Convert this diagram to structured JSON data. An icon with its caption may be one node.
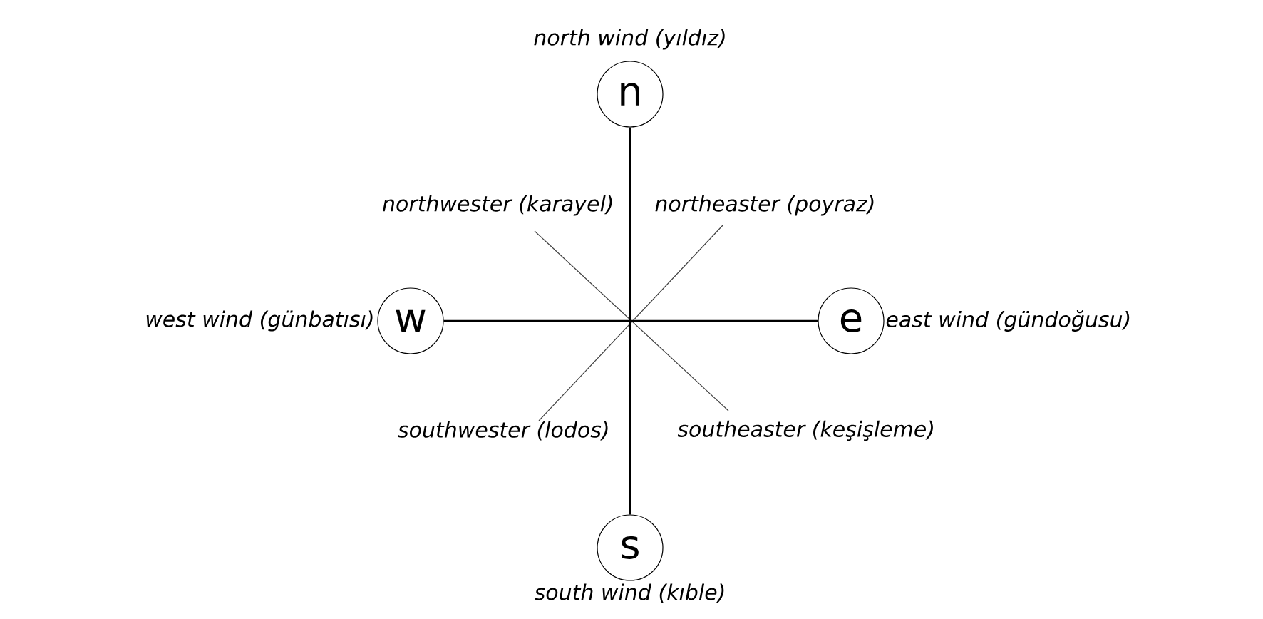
{
  "diagram": {
    "nodes": [
      {
        "text": [
          "n"
        ],
        "beside": [
          "north wind (yıldız)"
        ]
      },
      {
        "text": [
          "w"
        ],
        "beside": [
          "west wind (günbatısı)"
        ]
      },
      {
        "text": [
          "e"
        ],
        "beside": [
          "east wind (gündoğusu)"
        ]
      },
      {
        "text": [
          "s"
        ],
        "beside": [
          "south wind (kıble)"
        ]
      }
    ],
    "edges": [
      {
        "from": 0,
        "to": 3,
        "arrow": "none"
      },
      {
        "from": 1,
        "to": 2,
        "arrow": "none"
      }
    ],
    "labels": [
      "northwester (karayel)",
      "northeaster (poyraz)",
      "southwester (lodos)",
      "southeaster (keşişleme)"
    ]
  }
}
